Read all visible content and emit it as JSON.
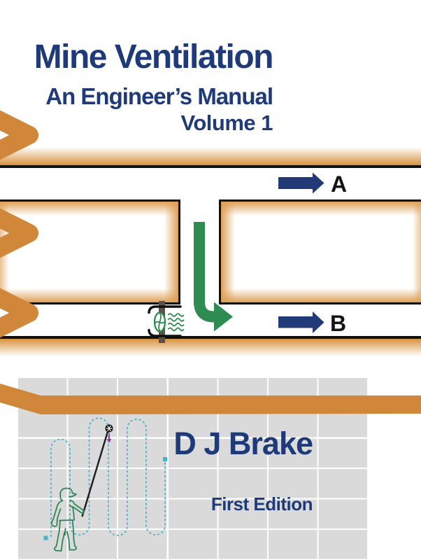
{
  "cover": {
    "title": "Mine Ventilation",
    "subtitle": "An Engineer’s Manual",
    "volume": "Volume 1",
    "author": "D J Brake",
    "edition": "First Edition"
  },
  "diagram": {
    "airway_a_label": "A",
    "airway_b_label": "B",
    "elements": [
      "orange-zigzag-ribbon",
      "airway-roof-line",
      "pillar-block-left",
      "pillar-block-right",
      "downcast-flow-arrow",
      "fan-symbol",
      "airflow-wavy-lines",
      "airflow-arrow-a",
      "airflow-arrow-b",
      "orange-band",
      "survey-grid-panel",
      "anemometer-traverse-path",
      "anemometer-icon",
      "flow-direction-arrow",
      "measuring-pole",
      "miner-figure"
    ]
  },
  "colors": {
    "navy_text": "#1E3A79",
    "arrow_navy": "#223A78",
    "orange": "#D0873A",
    "glow_orange": "#D8923F",
    "green": "#2E8B52",
    "teal_dashes": "#45B2CE",
    "figure_green": "#2F8556",
    "panel_gray": "#DADADA",
    "line_black": "#101010",
    "post_gray": "#5B5247",
    "purple": "#993A95"
  }
}
